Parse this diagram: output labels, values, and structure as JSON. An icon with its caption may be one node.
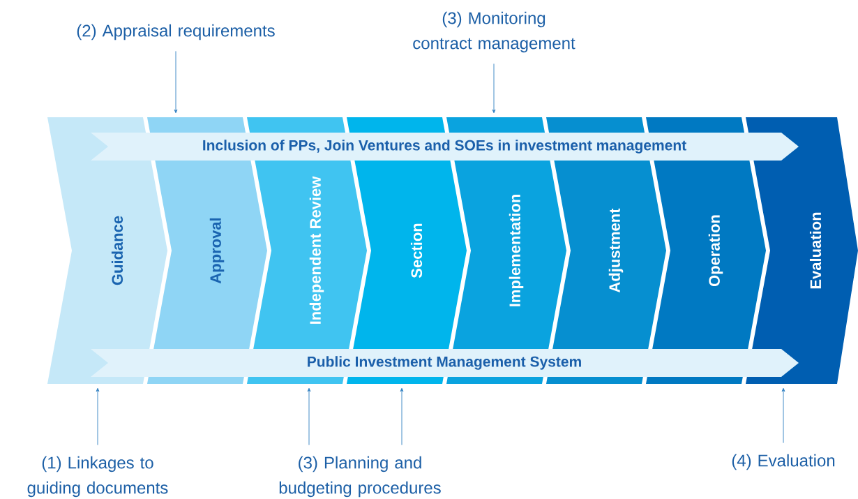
{
  "diagram": {
    "nodes": [
      {
        "text": [
          "Guidance"
        ]
      },
      {
        "text": [
          "Approval"
        ]
      },
      {
        "text": [
          "Independent Review"
        ]
      },
      {
        "text": [
          "Section"
        ]
      },
      {
        "text": [
          "Implementation"
        ]
      },
      {
        "text": [
          "Adjustment"
        ]
      },
      {
        "text": [
          "Operation"
        ]
      },
      {
        "text": [
          "Evaluation"
        ]
      },
      {
        "text": [
          "Inclusion of PPs, Join Ventures and SOEs in investment management"
        ]
      },
      {
        "text": [
          "Public Investment Management System"
        ]
      },
      {
        "text": [
          "(2) Appraisal requirements"
        ]
      },
      {
        "text": [
          "(3) Monitoring contract management"
        ]
      },
      {
        "text": [
          "(1) Linkages to guiding documents"
        ]
      },
      {
        "text": [
          "(3) Planning and budgeting procedures"
        ]
      },
      {
        "text": [
          "(4) Evaluation"
        ]
      }
    ],
    "edges": [
      {
        "from": 10,
        "to": 1,
        "arrow": "to"
      },
      {
        "from": 11,
        "to": 4,
        "arrow": "to"
      },
      {
        "from": 12,
        "to": 0,
        "arrow": "to"
      },
      {
        "from": 13,
        "to": 2,
        "arrow": "to"
      },
      {
        "from": 13,
        "to": 3,
        "arrow": "to"
      },
      {
        "from": 14,
        "to": 7,
        "arrow": "to"
      }
    ]
  }
}
